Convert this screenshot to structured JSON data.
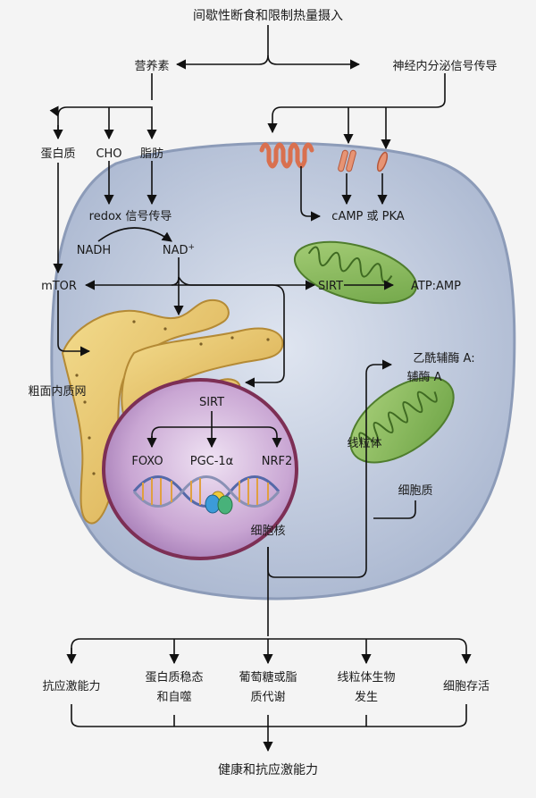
{
  "title": "间歇性断食和限制热量摄入",
  "nutrients": "营养素",
  "neuro": "神经内分泌信号传导",
  "protein": "蛋白质",
  "cho": "CHO",
  "fat": "脂肪",
  "redox": "redox 信号传导",
  "nadh": "NADH",
  "nad": "NAD",
  "nad_sup": "+",
  "camp_pka": "cAMP 或 PKA",
  "mtor": "mTOR",
  "sirt_top": "SIRT",
  "atp_amp": "ATP:AMP",
  "rough_er": "粗面内质网",
  "acetyl_coa_1": "乙酰辅酶 A:",
  "acetyl_coa_2": "辅酶 A",
  "sirt_nucleus": "SIRT",
  "foxo": "FOXO",
  "pgc": "PGC-1α",
  "nrf2": "NRF2",
  "mitochondrion": "线粒体",
  "cytoplasm": "细胞质",
  "nucleus": "细胞核",
  "outcomes": [
    {
      "line1": "抗应激能力",
      "line2": ""
    },
    {
      "line1": "蛋白质稳态",
      "line2": "和自噬"
    },
    {
      "line1": "葡萄糖或脂",
      "line2": "质代谢"
    },
    {
      "line1": "线粒体生物",
      "line2": "发生"
    },
    {
      "line1": "细胞存活",
      "line2": ""
    }
  ],
  "bottom": "健康和抗应激能力",
  "colors": {
    "cell": "#b6c2d8",
    "nucleus": "#c6a3cf",
    "er": "#e3bf63",
    "mito": "#8cbf5c",
    "receptor": "#e79474"
  }
}
